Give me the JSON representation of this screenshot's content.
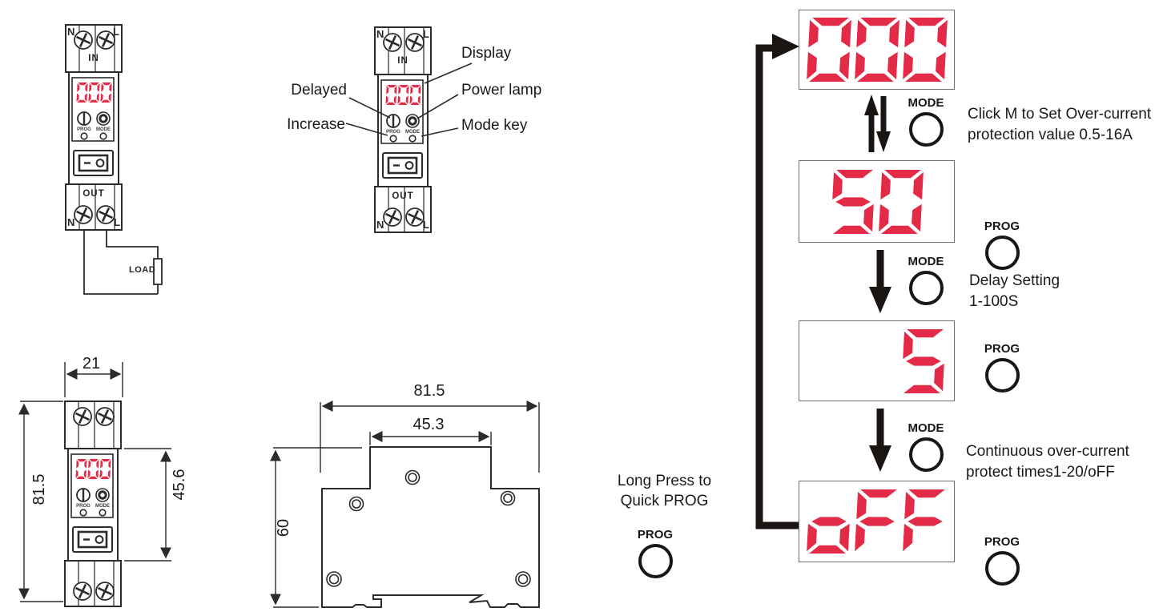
{
  "device": {
    "terminal_n": "N",
    "terminal_l": "L",
    "in_label": "IN",
    "out_label": "OUT",
    "prog_label": "PROG",
    "mode_label": "MODE",
    "display_value": "000",
    "load_label": "LOAD"
  },
  "callouts": {
    "delayed": "Delayed",
    "increase": "Increase",
    "display": "Display",
    "power_lamp": "Power lamp",
    "mode_key": "Mode key"
  },
  "dimensions": {
    "front_width": "21",
    "front_height": "81.5",
    "panel_height": "45.6",
    "side_width": "81.5",
    "rail_notch_width": "45.3",
    "side_height": "60"
  },
  "flow": {
    "mode_label": "MODE",
    "prog_label": "PROG",
    "displays": {
      "step1": "000",
      "step2": "50",
      "step3": "5",
      "step4": "oFF"
    },
    "note1": {
      "line1": "Click M to Set Over-current",
      "line2": "protection value 0.5-16A"
    },
    "note2": {
      "line1": "Delay Setting",
      "line2": "1-100S"
    },
    "note3": {
      "line1": "Continuous over-current",
      "line2": "protect times1-20/oFF"
    },
    "long_press": {
      "line1": "Long Press to",
      "line2": "Quick PROG"
    }
  },
  "colors": {
    "segment_red": "#e32b47",
    "line_dark": "#2b2b2b"
  }
}
